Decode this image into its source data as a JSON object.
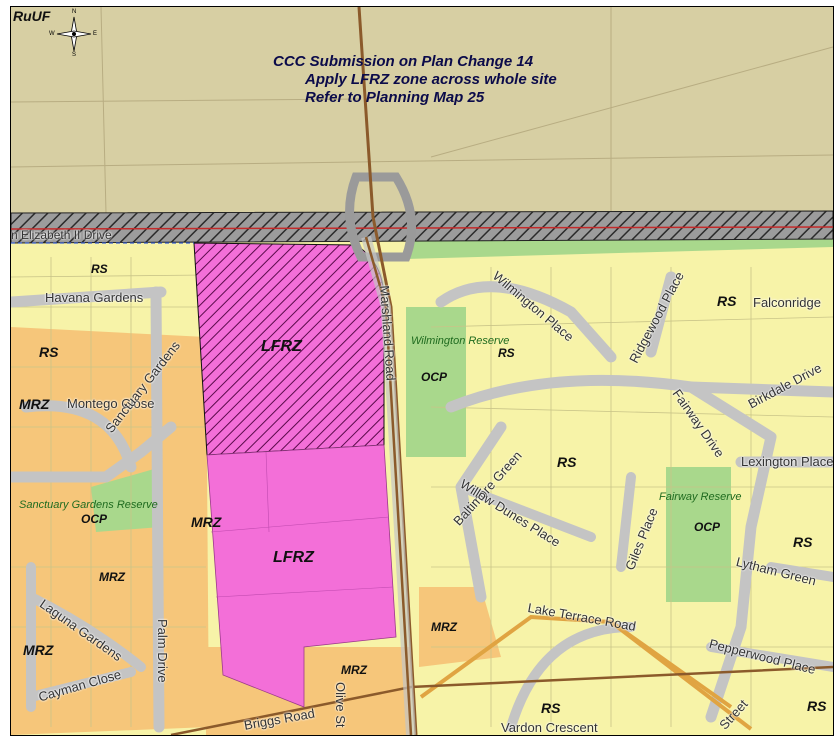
{
  "submission_note": {
    "line1": "CCC Submission on Plan Change 14",
    "line2": "Apply LFRZ zone across whole site",
    "line3": "Refer to Planning Map 25"
  },
  "compass": {
    "n": "N",
    "s": "S",
    "e": "E",
    "w": "W"
  },
  "zones": {
    "ruuf": "RuUF",
    "lfrz_north": "LFRZ",
    "lfrz_south": "LFRZ",
    "rs_nw": "RS",
    "rs_w": "RS",
    "rs_wilmington": "RS",
    "rs_ne": "RS",
    "rs_center": "RS",
    "rs_east": "RS",
    "rs_bottom": "RS",
    "rs_bottom_right": "RS",
    "mrz_montego": "MRZ",
    "mrz_center": "MRZ",
    "mrz_palm": "MRZ",
    "mrz_laguna": "MRZ",
    "mrz_lake": "MRZ",
    "mrz_olive": "MRZ",
    "ocp_wilmington": "OCP",
    "ocp_sanctuary": "OCP",
    "ocp_fairway": "OCP"
  },
  "streets": {
    "queen_elizabeth": "n Elizabeth II Drive",
    "havana": "Havana Gardens",
    "montego": "Montego Close",
    "sanctuary": "Sanctuary Gardens",
    "palm": "Palm Drive",
    "laguna": "Laguna Gardens",
    "cayman": "Cayman Close",
    "briggs": "Briggs Road",
    "olive": "Olive St",
    "marshland": "Marshland Road",
    "wilmington_place": "Wilmington Place",
    "ridgewood": "Ridgewood Place",
    "falconridge": "Falconridge",
    "birkdale": "Birkdale Drive",
    "fairway_drive": "Fairway Drive",
    "lexington": "Lexington Place",
    "baltimore": "Baltimore Green",
    "willow_dunes": "Willow Dunes Place",
    "giles": "Giles Place",
    "lake_terrace": "Lake Terrace Road",
    "pepperwood": "Pepperwood Place",
    "lytham": "Lytham Green",
    "vardon": "Vardon Crescent",
    "street_br": "Street"
  },
  "reserves": {
    "wilmington": "Wilmington Reserve",
    "sanctuary": "Sanctuary Gardens Reserve",
    "fairway": "Fairway Reserve"
  },
  "colors": {
    "rural": "#d7cfa3",
    "residential_suburban": "#f7f3a8",
    "medium_density": "#f6c67a",
    "lfrz": "#f36fd8",
    "open_space": "#a9d88c",
    "road": "#c9c9c9",
    "main_road": "#8b5a2b",
    "motorway_hatch": "#444444"
  }
}
